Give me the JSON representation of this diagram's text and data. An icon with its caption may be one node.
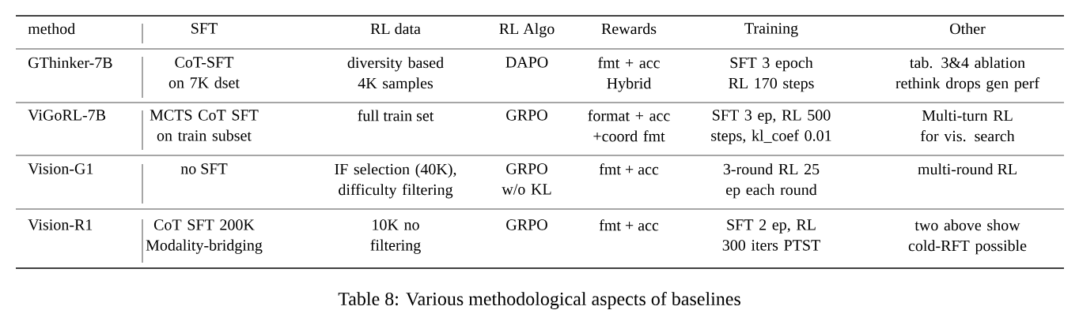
{
  "diagram": {
    "caption": "Table 8: Various methodological aspects of baselines",
    "labels": [
      "method",
      "SFT",
      "RL data",
      "RL Algo",
      "Rewards",
      "Training",
      "Other",
      "GThinker-7B",
      "CoT-SFT on 7K dset",
      "diversity based 4K samples",
      "DAPO",
      "fmt + acc Hybrid",
      "SFT 3 epoch RL 170 steps",
      "tab. 3&4 ablation rethink drops gen perf",
      "ViGoRL-7B",
      "MCTS CoT SFT on train subset",
      "full train set",
      "GRPO",
      "format + acc +coord fmt",
      "SFT 3 ep, RL 500 steps, kl_coef 0.01",
      "Multi-turn RL for vis. search",
      "Vision-G1",
      "no SFT",
      "IF selection (40K), difficulty filtering",
      "GRPO w/o KL",
      "fmt + acc",
      "3-round RL 25 ep each round",
      "multi-round RL",
      "Vision-R1",
      "CoT SFT 200K Modality-bridging",
      "10K no filtering",
      "GRPO",
      "fmt + acc",
      "SFT 2 ep, RL 300 iters PTST",
      "two above show cold-RFT possible"
    ]
  }
}
